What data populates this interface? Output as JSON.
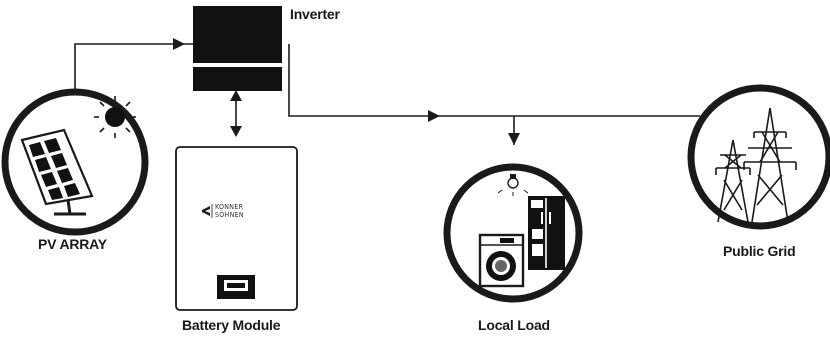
{
  "labels": {
    "inverter": "Inverter",
    "pv_array": "PV ARRAY",
    "battery_module": "Battery Module",
    "local_load": "Local Load",
    "public_grid": "Public Grid"
  },
  "battery": {
    "brand_line1": "KONNER",
    "brand_line2": "SÖHNEN"
  },
  "colors": {
    "stroke": "#1a1a1a",
    "fill": "#111111",
    "background": "#ffffff"
  },
  "icons": [
    "solar-panel-icon",
    "sun-icon",
    "inverter-icon",
    "battery-icon",
    "light-bulb-icon",
    "washing-machine-icon",
    "refrigerator-icon",
    "power-pylon-icon"
  ]
}
